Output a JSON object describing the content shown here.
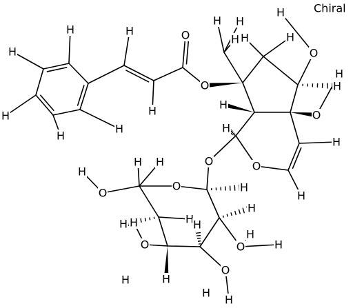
{
  "chiral_label": "Chiral",
  "atoms": [
    {
      "id": "H1",
      "el": "H"
    },
    {
      "id": "H2",
      "el": "H"
    },
    {
      "id": "H3",
      "el": "H"
    },
    {
      "id": "H4",
      "el": "H"
    },
    {
      "id": "H5",
      "el": "H"
    },
    {
      "id": "H6",
      "el": "H"
    },
    {
      "id": "H7",
      "el": "H"
    },
    {
      "id": "H8",
      "el": "H"
    },
    {
      "id": "O1",
      "el": "O"
    },
    {
      "id": "O2",
      "el": "O"
    },
    {
      "id": "H9",
      "el": "H"
    },
    {
      "id": "H10",
      "el": "H"
    },
    {
      "id": "H11",
      "el": "H"
    },
    {
      "id": "H12",
      "el": "H"
    },
    {
      "id": "H13",
      "el": "H"
    },
    {
      "id": "O3",
      "el": "O"
    },
    {
      "id": "H14",
      "el": "H"
    },
    {
      "id": "H15",
      "el": "H"
    },
    {
      "id": "O4",
      "el": "O"
    },
    {
      "id": "H16",
      "el": "H"
    },
    {
      "id": "H17",
      "el": "H"
    },
    {
      "id": "O5",
      "el": "O"
    },
    {
      "id": "H18",
      "el": "H"
    },
    {
      "id": "O6",
      "el": "O"
    },
    {
      "id": "H19",
      "el": "H"
    },
    {
      "id": "H20",
      "el": "H"
    },
    {
      "id": "H21",
      "el": "H"
    },
    {
      "id": "H22",
      "el": "H"
    },
    {
      "id": "O7",
      "el": "O"
    },
    {
      "id": "H23",
      "el": "H"
    },
    {
      "id": "H24",
      "el": "H"
    },
    {
      "id": "O8",
      "el": "O"
    },
    {
      "id": "H25",
      "el": "H"
    },
    {
      "id": "H26",
      "el": "H"
    },
    {
      "id": "O9",
      "el": "O"
    },
    {
      "id": "H27",
      "el": "H"
    },
    {
      "id": "H28",
      "el": "H"
    },
    {
      "id": "O10",
      "el": "O"
    },
    {
      "id": "H29",
      "el": "H"
    },
    {
      "id": "O11",
      "el": "O"
    },
    {
      "id": "H30",
      "el": "H"
    },
    {
      "id": "H31",
      "el": "H"
    },
    {
      "id": "H32",
      "el": "H"
    },
    {
      "id": "H33",
      "el": "H"
    },
    {
      "id": "H34",
      "el": "H"
    }
  ]
}
